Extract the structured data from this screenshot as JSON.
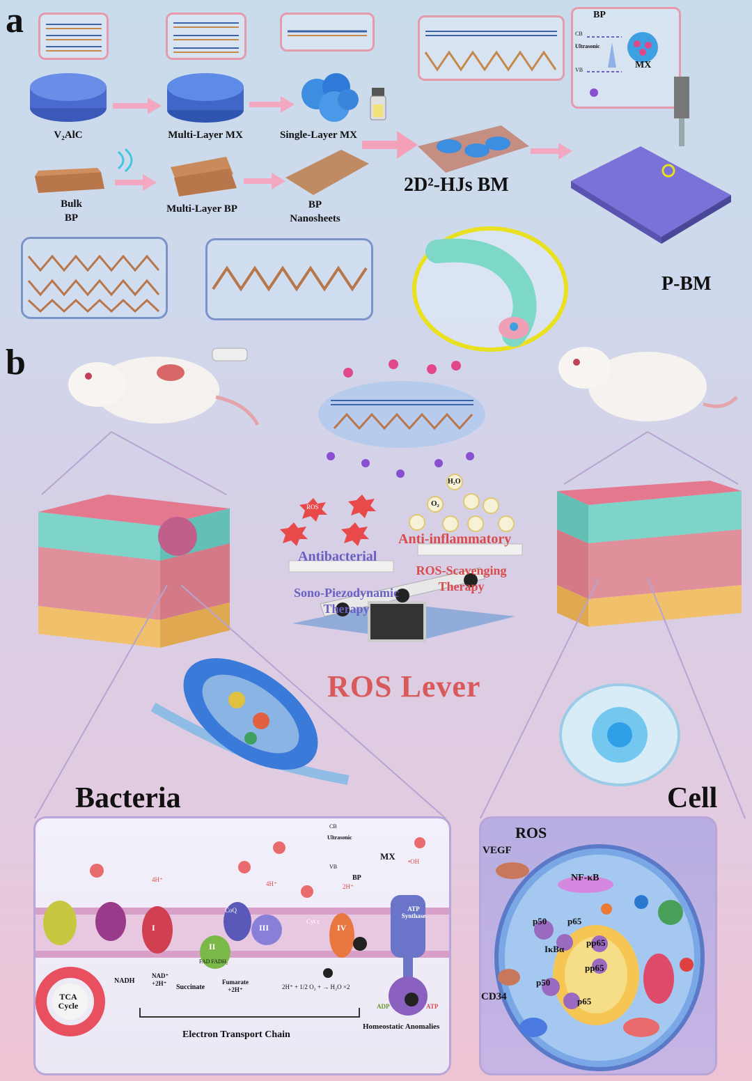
{
  "panel_a": {
    "letter": "a",
    "v2alc": "V₂AlC",
    "multi_layer_mx": "Multi-Layer MX",
    "single_layer_mx": "Single-Layer MX",
    "bulk_bp": "Bulk\nBP",
    "multi_layer_bp": "Multi-Layer BP",
    "bp_nanosheets": "BP\nNanosheets",
    "hjs_bm": "2D²-HJs BM",
    "p_bm": "P-BM",
    "inset_bp": "BP",
    "inset_mx": "MX",
    "inset_cb": "CB",
    "inset_vb": "VB",
    "inset_ultrasonic": "Ultrasonic"
  },
  "panel_b": {
    "letter": "b",
    "antibacterial": "Antibacterial",
    "sono": "Sono-Piezodynamic\nTherapy",
    "anti_inflammatory": "Anti-inflammatory",
    "ros_scavenging": "ROS-Scavenging\nTherapy",
    "ros_lever": "ROS Lever",
    "ros_small": "ROS",
    "h2o": "H₂O",
    "o2": "O₂",
    "bacteria": "Bacteria",
    "cell": "Cell"
  },
  "bacteria_box": {
    "tca_cycle": "TCA\nCycle",
    "nadh": "NADH",
    "nad": "NAD⁺\n+2H⁺",
    "succinate": "Succinate",
    "fumarate": "Fumarate\n+2H⁺",
    "fad": "FAD FADH₂",
    "coq": "CoQ",
    "cytc": "Cyt c",
    "complex_i": "I",
    "complex_ii": "II",
    "complex_iii": "III",
    "complex_iv": "IV",
    "four_h_1": "4H⁺",
    "four_h_2": "4H⁺",
    "two_h": "2H⁺",
    "oh": "•OH",
    "equation": "2H⁺ + 1/2 O₂ + → H₂O ×2",
    "atp_synthase": "ATP\nSynthase",
    "adp": "ADP",
    "atp": "ATP",
    "etc": "Electron Transport Chain",
    "homeostatic": "Homeostatic Anomalies",
    "mx": "MX",
    "bp": "BP",
    "cb": "CB",
    "vb": "VB",
    "ultrasonic": "Ultrasonic"
  },
  "cell_box": {
    "ros": "ROS",
    "vegf": "VEGF",
    "nfkb": "NF-κB",
    "p50a": "p50",
    "p65a": "p65",
    "ikba": "IκBα",
    "pp65a": "pp65",
    "pp65b": "pp65",
    "p50b": "p50",
    "p65b": "p65",
    "cd34": "CD34"
  },
  "colors": {
    "accent_red": "#d94a4a",
    "accent_purple": "#6a5fc2",
    "pink_frame": "#e59aae",
    "blue_frame": "#7a93c9",
    "yellow_ring": "#e9e01f"
  }
}
